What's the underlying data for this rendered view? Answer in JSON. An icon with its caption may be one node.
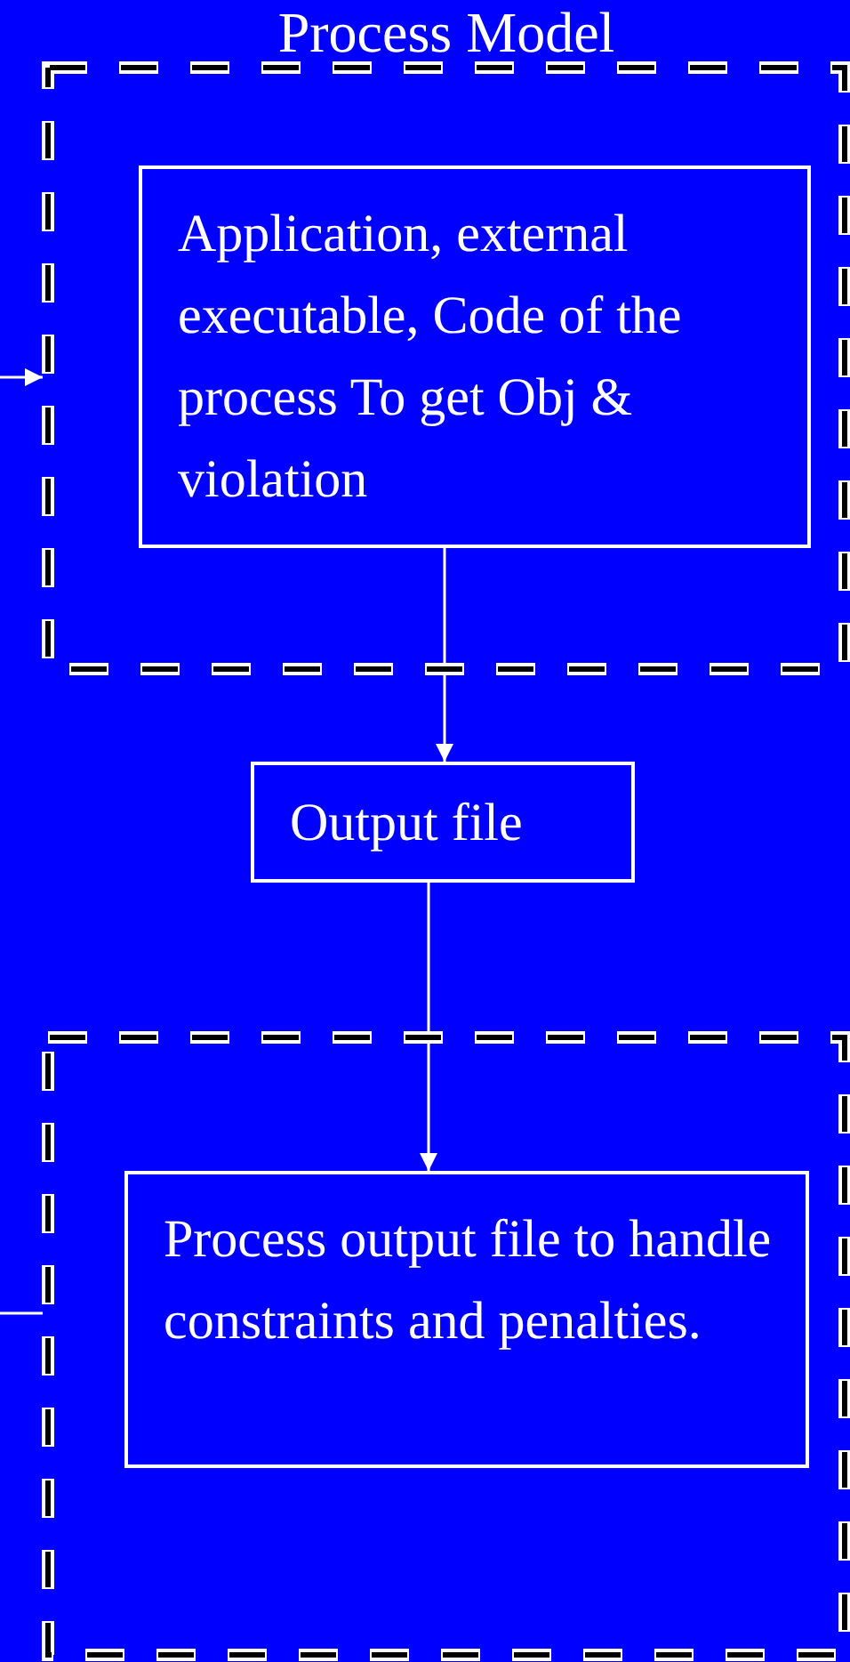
{
  "diagram": {
    "nodes": [
      {
        "text": [
          "Process Model"
        ]
      },
      {
        "text": [
          "Application, external executable, Code of the process To get Obj & violation"
        ],
        "in": 0
      },
      {
        "text": [
          "Output file"
        ]
      },
      {
        "text": [],
        "shape": "box"
      },
      {
        "text": [
          "Process output file to handle constraints and penalties."
        ],
        "in": 3
      }
    ],
    "edges": [
      {
        "from": null,
        "to": 0,
        "arrow": "to"
      },
      {
        "from": 1,
        "to": 2,
        "arrow": "to"
      },
      {
        "from": 2,
        "to": 4,
        "arrow": "to"
      },
      {
        "from": null,
        "to": 3,
        "arrow": "none"
      }
    ]
  }
}
